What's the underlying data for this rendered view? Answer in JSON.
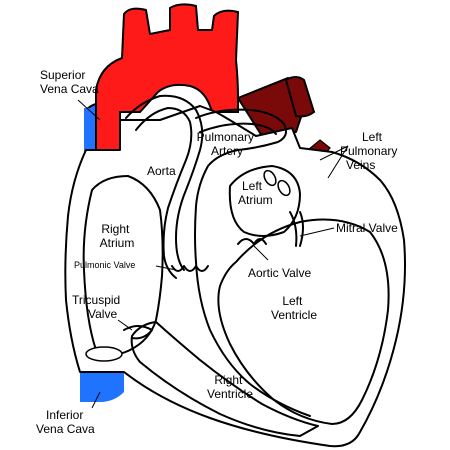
{
  "colors": {
    "oxygenated": "#ff1a1a",
    "pulmonary_artery": "#e8111c",
    "pulmonary_vein_dark": "#7a0a0a",
    "deoxygenated": "#1f73ff",
    "outline": "#000000",
    "background": "#ffffff"
  },
  "labels": {
    "superior_vena_cava": [
      "Superior",
      "Vena Cava"
    ],
    "aorta": "Aorta",
    "pulmonary_artery": [
      "Pulmonary",
      "Artery"
    ],
    "left_pulmonary_veins": [
      "Left",
      "Pulmonary",
      "Veins"
    ],
    "left_atrium": [
      "Left",
      "Atrium"
    ],
    "mitral_valve": "Mitral Valve",
    "right_atrium": [
      "Right",
      "Atrium"
    ],
    "pulmonic_valve": "Pulmonic Valve",
    "aortic_valve": "Aortic Valve",
    "left_ventricle": [
      "Left",
      "Ventricle"
    ],
    "tricuspid_valve": [
      "Tricuspid",
      "Valve"
    ],
    "right_ventricle": [
      "Right",
      "Ventricle"
    ],
    "inferior_vena_cava": [
      "Inferior",
      "Vena Cava"
    ]
  }
}
